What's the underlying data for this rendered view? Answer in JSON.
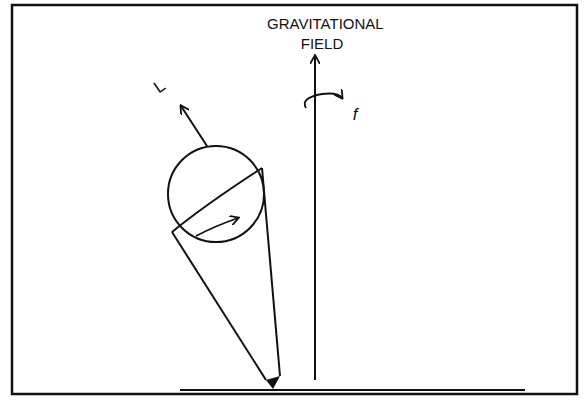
{
  "diagram": {
    "labels": [
      "GRAVITATIONAL FIELD",
      "L",
      "f"
    ]
  }
}
